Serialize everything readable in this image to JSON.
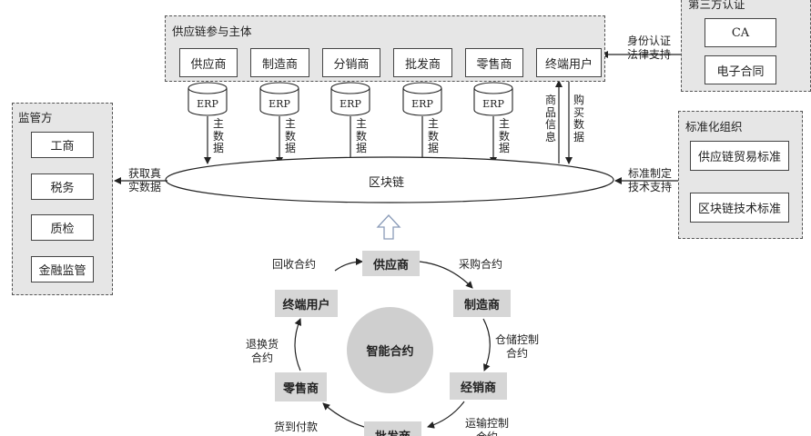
{
  "participants": {
    "title": "供应链参与主体",
    "items": [
      "供应商",
      "制造商",
      "分销商",
      "批发商",
      "零售商",
      "终端用户"
    ]
  },
  "erp_label": "ERP",
  "master_data_label": [
    "主",
    "数",
    "据"
  ],
  "product_info_label": [
    "商",
    "品",
    "信",
    "息"
  ],
  "purchase_data_label": [
    "购",
    "买",
    "数",
    "据"
  ],
  "blockchain_label": "区块链",
  "third_party": {
    "title": "第三方认证",
    "items": [
      "CA",
      "电子合同"
    ],
    "arrow_label": [
      "身份认证",
      "法律支持"
    ]
  },
  "regulators": {
    "title": "监管方",
    "items": [
      "工商",
      "税务",
      "质检",
      "金融监管"
    ],
    "arrow_label": [
      "获取真",
      "实数据"
    ]
  },
  "standards": {
    "title": "标准化组织",
    "items": [
      "供应链贸易标准",
      "区块链技术标准"
    ],
    "arrow_label": [
      "标准制定",
      "技术支持"
    ]
  },
  "smart_contract": {
    "center": "智能合约",
    "nodes": [
      "供应商",
      "制造商",
      "经销商",
      "批发商",
      "零售商",
      "终端用户"
    ],
    "contracts": {
      "recycle": "回收合约",
      "procure": [
        "采购合约"
      ],
      "storage": [
        "仓储控制",
        "合约"
      ],
      "transport": [
        "运输控制",
        "合约"
      ],
      "cod": [
        "货到付款"
      ],
      "return": [
        "退换货",
        "合约"
      ]
    }
  }
}
